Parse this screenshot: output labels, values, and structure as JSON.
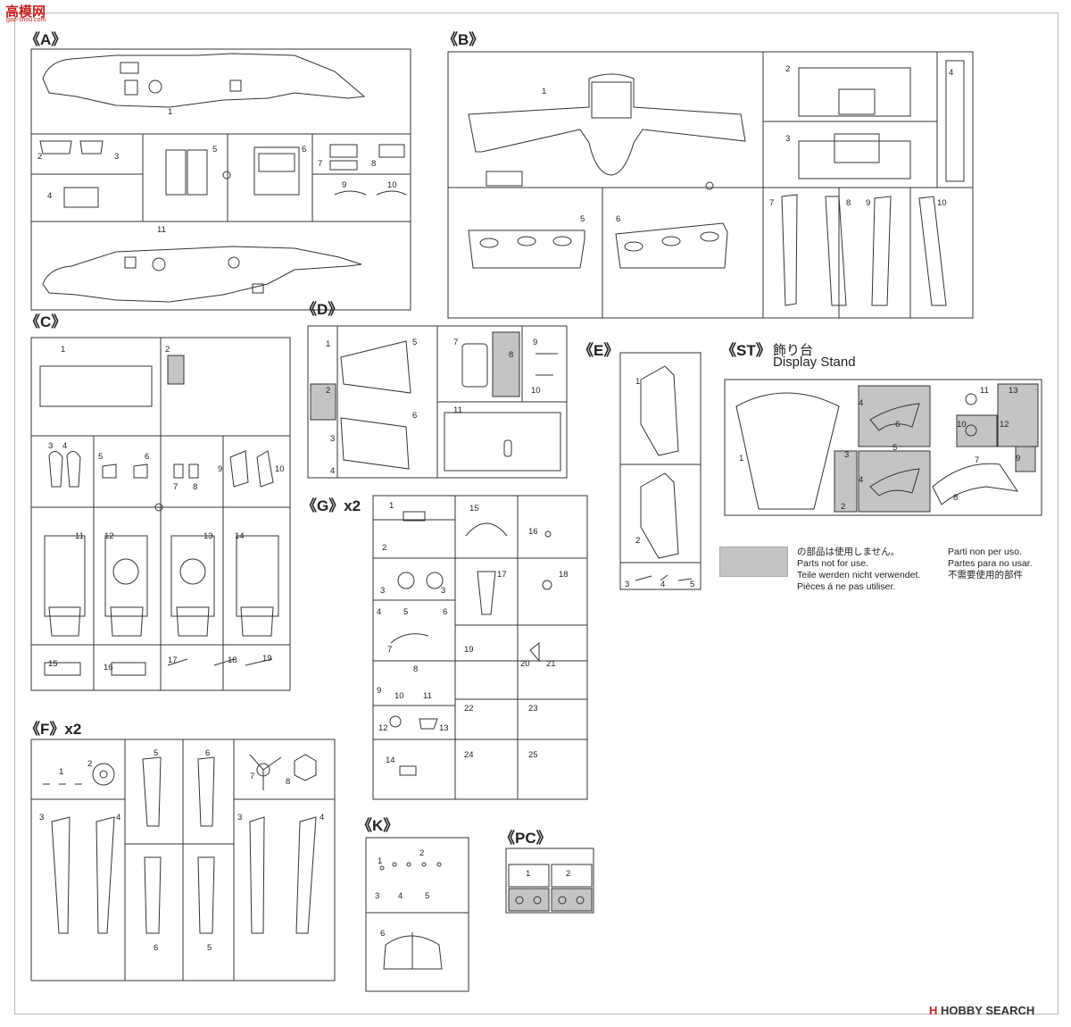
{
  "watermark_top": {
    "text": "高模网",
    "url": "gao-shou.com"
  },
  "watermark_bottom": {
    "brand": "HOBBY SEARCH",
    "mark": "H"
  },
  "sprues": {
    "A": {
      "title": "《A》",
      "parts": [
        "1",
        "2",
        "3",
        "4",
        "5",
        "6",
        "7",
        "8",
        "9",
        "10",
        "11"
      ]
    },
    "B": {
      "title": "《B》",
      "parts": [
        "1",
        "2",
        "3",
        "4",
        "5",
        "6",
        "7",
        "8",
        "9",
        "10"
      ]
    },
    "C": {
      "title": "《C》",
      "parts": [
        "1",
        "2",
        "3",
        "4",
        "5",
        "6",
        "7",
        "8",
        "9",
        "10",
        "11",
        "12",
        "13",
        "14",
        "15",
        "16",
        "17",
        "18",
        "19"
      ]
    },
    "D": {
      "title": "《D》",
      "parts": [
        "1",
        "2",
        "3",
        "4",
        "5",
        "6",
        "7",
        "8",
        "9",
        "10",
        "11"
      ]
    },
    "E": {
      "title": "《E》",
      "parts": [
        "1",
        "2",
        "3",
        "4",
        "5"
      ]
    },
    "F": {
      "title": "《F》x2",
      "parts": [
        "1",
        "2",
        "3",
        "4",
        "5",
        "6",
        "7",
        "8",
        "3",
        "4",
        "6",
        "5"
      ]
    },
    "G": {
      "title": "《G》x2",
      "parts": [
        "1",
        "2",
        "3",
        "3",
        "4",
        "5",
        "6",
        "7",
        "8",
        "9",
        "10",
        "11",
        "12",
        "13",
        "14",
        "15",
        "16",
        "17",
        "18",
        "19",
        "20",
        "21",
        "22",
        "23",
        "24",
        "25"
      ]
    },
    "K": {
      "title": "《K》",
      "parts": [
        "1",
        "2",
        "3",
        "4",
        "5",
        "6"
      ]
    },
    "PC": {
      "title": "《PC》",
      "parts": [
        "1",
        "2"
      ]
    },
    "ST": {
      "title": "《ST》",
      "subtitle_jp": "飾り台",
      "subtitle_en": "Display Stand",
      "parts": [
        "1",
        "2",
        "3",
        "4",
        "4",
        "5",
        "6",
        "7",
        "8",
        "9",
        "10",
        "11",
        "12",
        "13"
      ]
    }
  },
  "legend": {
    "swatch_color": "#c4c4c4",
    "col1": [
      "の部品は使用しません。",
      "Parts not for use.",
      "Teile werden nicht verwendet.",
      "Pièces á ne pas utiliser."
    ],
    "col2": [
      "Parti non per uso.",
      "Partes para no usar.",
      "不需要使用的部件"
    ]
  },
  "colors": {
    "line": "#333333",
    "unused_fill": "#c4c4c4",
    "frame": "#b8b8b8"
  }
}
